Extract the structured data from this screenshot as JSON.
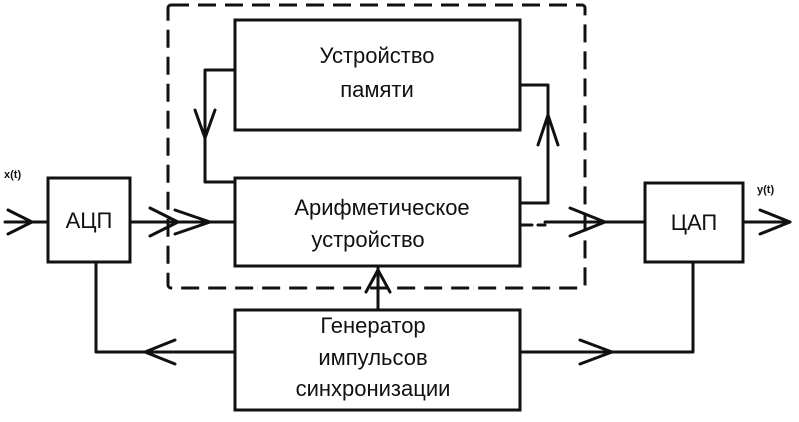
{
  "blocks": {
    "adc": "АЦП",
    "dac": "ЦАП",
    "memory": [
      "Устройство",
      "памяти"
    ],
    "alu": [
      "Арифметическое",
      "устройство"
    ],
    "generator": [
      "Генератор",
      "импульсов",
      "синхронизации"
    ]
  },
  "signals": {
    "input": "x(t)",
    "output": "y(t)"
  }
}
